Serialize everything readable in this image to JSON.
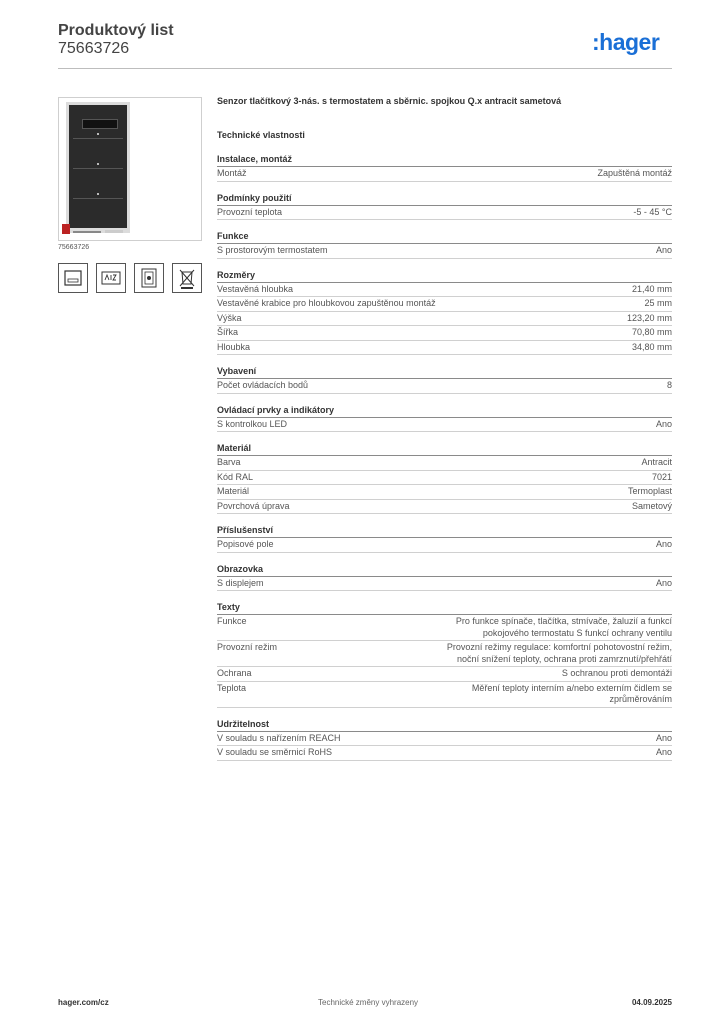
{
  "header": {
    "title": "Produktový list",
    "number": "75663726",
    "logo": ":hager",
    "brand_color": "#1a6fd6"
  },
  "image": {
    "caption": "75663726"
  },
  "icons": [
    "display-outline-icon",
    "text-label-icon",
    "thermostat-panel-icon",
    "weee-bin-icon"
  ],
  "product": {
    "title": "Senzor tlačítkový 3-nás. s termostatem a sběrnic. spojkou Q.x antracit sametová",
    "tech_heading": "Technické vlastnosti"
  },
  "sections": [
    {
      "title": "Instalace, montáž",
      "rows": [
        {
          "k": "Montáž",
          "v": "Zapuštěná montáž"
        }
      ]
    },
    {
      "title": "Podmínky použití",
      "rows": [
        {
          "k": "Provozní teplota",
          "v": "-5 - 45 °C"
        }
      ]
    },
    {
      "title": "Funkce",
      "rows": [
        {
          "k": "S prostorovým termostatem",
          "v": "Ano"
        }
      ]
    },
    {
      "title": "Rozměry",
      "rows": [
        {
          "k": "Vestavěná hloubka",
          "v": "21,40 mm"
        },
        {
          "k": "Vestavěné krabice pro hloubkovou zapuštěnou montáž",
          "v": "25 mm"
        },
        {
          "k": "Výška",
          "v": "123,20 mm"
        },
        {
          "k": "Šířka",
          "v": "70,80 mm"
        },
        {
          "k": "Hloubka",
          "v": "34,80 mm"
        }
      ]
    },
    {
      "title": "Vybavení",
      "rows": [
        {
          "k": "Počet ovládacích bodů",
          "v": "8"
        }
      ]
    },
    {
      "title": "Ovládací prvky a indikátory",
      "rows": [
        {
          "k": "S kontrolkou LED",
          "v": "Ano"
        }
      ]
    },
    {
      "title": "Materiál",
      "rows": [
        {
          "k": "Barva",
          "v": "Antracit"
        },
        {
          "k": "Kód RAL",
          "v": "7021"
        },
        {
          "k": "Materiál",
          "v": "Termoplast"
        },
        {
          "k": "Povrchová úprava",
          "v": "Sametový"
        }
      ]
    },
    {
      "title": "Příslušenství",
      "rows": [
        {
          "k": "Popisové pole",
          "v": "Ano"
        }
      ]
    },
    {
      "title": "Obrazovka",
      "rows": [
        {
          "k": "S displejem",
          "v": "Ano"
        }
      ]
    },
    {
      "title": "Texty",
      "rows": [
        {
          "k": "Funkce",
          "v": "Pro funkce spínače, tlačítka, stmívače, žaluzií a funkcí pokojového termostatu S funkcí ochrany ventilu"
        },
        {
          "k": "Provozní režim",
          "v": "Provozní režimy regulace: komfortní pohotovostní režim, noční snížení teploty, ochrana proti zamrznutí/přehřátí"
        },
        {
          "k": "Ochrana",
          "v": "S ochranou proti demontáži"
        },
        {
          "k": "Teplota",
          "v": "Měření teploty interním a/nebo externím čidlem se zprůměrováním"
        }
      ]
    },
    {
      "title": "Udržitelnost",
      "rows": [
        {
          "k": "V souladu s nařízením REACH",
          "v": "Ano"
        },
        {
          "k": "V souladu se směrnicí RoHS",
          "v": "Ano"
        }
      ]
    }
  ],
  "footer": {
    "left": "hager.com/cz",
    "middle": "Technické změny vyhrazeny",
    "right": "04.09.2025"
  }
}
